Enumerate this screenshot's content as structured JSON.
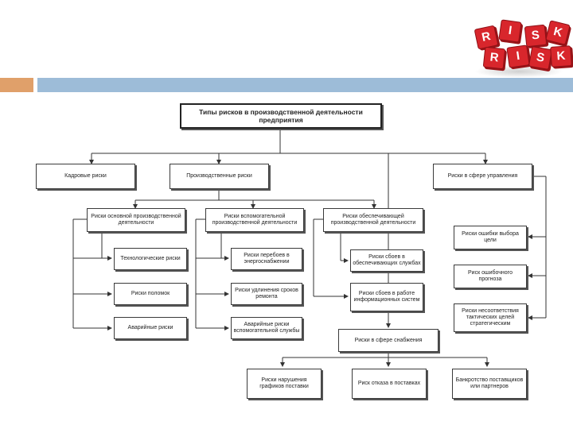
{
  "logo": {
    "letters_top": [
      "R",
      "I",
      "S",
      "K"
    ],
    "letters_bottom": [
      "R",
      "I",
      "S",
      "K"
    ],
    "color": "#d8262c"
  },
  "decor": {
    "band_orange": "#e0a06a",
    "band_blue": "#9dbcd8"
  },
  "diagram": {
    "root": "Типы рисков в производственной деятельности предприятия",
    "level1": {
      "personnel": "Кадровые риски",
      "production": "Производственные риски",
      "management": "Риски в сфере управления"
    },
    "production_groups": {
      "main": "Риски основной производственной деятельности",
      "auxiliary": "Риски вспомогательной производственной деятельности",
      "service": "Риски обеспечивающей производственной деятельности"
    },
    "main_items": [
      "Технологические риски",
      "Риски поломок",
      "Аварийные риски"
    ],
    "auxiliary_items": [
      "Риски перебоев в энергоснабжении",
      "Риски удлинения сроков ремонта",
      "Аварийные риски вспомогательной службы"
    ],
    "service_items": [
      "Риски сбоев в обеспечивающих службах",
      "Риски сбоев в работе информационных систем"
    ],
    "supply": "Риски в сфере снабжения",
    "supply_items": [
      "Риски нарушения графиков поставки",
      "Риск отказа в поставках",
      "Банкротство поставщиков или партнеров"
    ],
    "management_items": [
      "Риски ошибки выбора цели",
      "Риск ошибочного прогноза",
      "Риски несоответствия тактических целей стратегическим"
    ]
  }
}
